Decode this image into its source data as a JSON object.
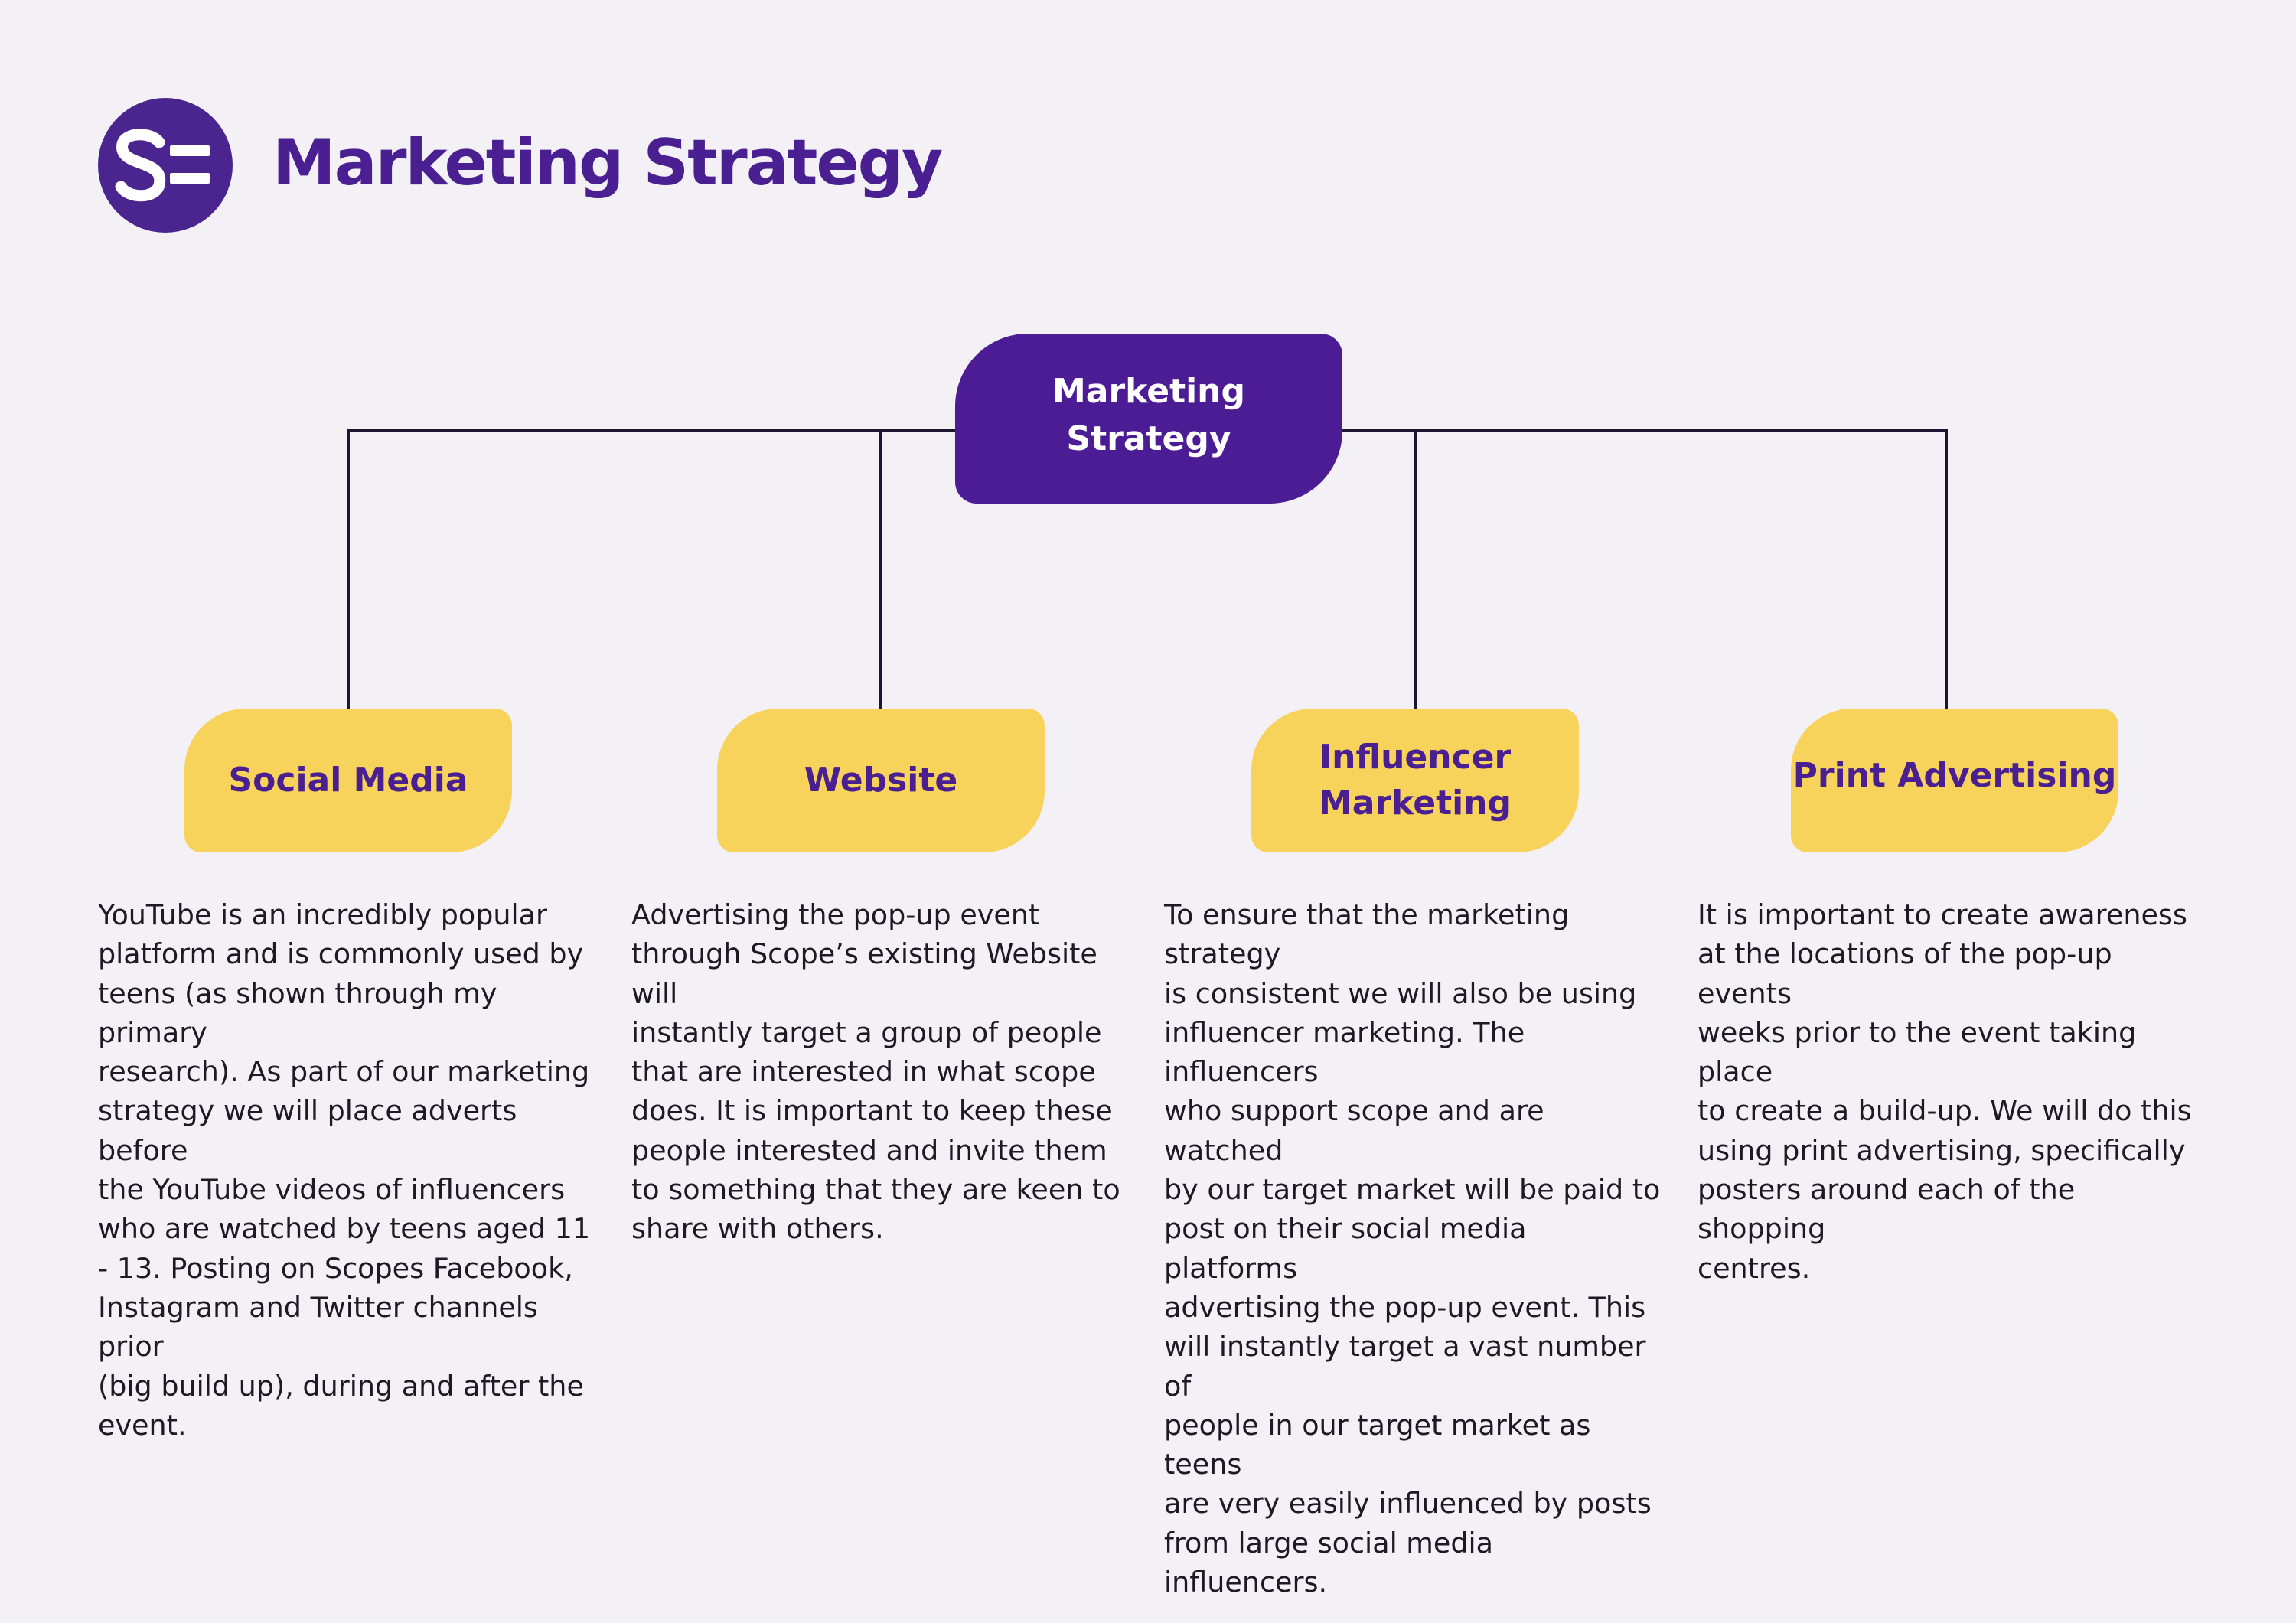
{
  "header": {
    "logo_text": "S=",
    "title": "Marketing Strategy"
  },
  "colors": {
    "background": "#f3f1f6",
    "brand_purple": "#4c1c95",
    "node_yellow": "#f7d35c",
    "connector": "#1e1530",
    "body_text": "#1e1a24"
  },
  "diagram": {
    "root": {
      "label": "Marketing\nStrategy"
    },
    "branches": [
      {
        "label": "Social Media",
        "description": "YouTube is an incredibly popular\nplatform and is commonly used by\nteens (as shown through my primary\nresearch). As part of our marketing\nstrategy we will place adverts before\nthe YouTube videos of influencers\nwho are watched by teens aged 11\n- 13. Posting on Scopes Facebook,\nInstagram and Twitter channels prior\n(big build up), during and after the\nevent."
      },
      {
        "label": "Website",
        "description": "Advertising the pop-up event\nthrough Scope’s existing Website will\ninstantly target a group of people\nthat are interested in what scope\ndoes. It is important to keep these\npeople interested and invite them\nto something that they are keen to\nshare with others."
      },
      {
        "label": "Influencer\nMarketing",
        "description": "To ensure that the marketing strategy\nis consistent we will also be using\ninfluencer marketing. The influencers\nwho support scope and are watched\nby our target market will be paid to\npost on their social media platforms\nadvertising the pop-up event. This\nwill instantly target a vast number of\npeople in our target market as teens\nare very easily influenced by posts\nfrom large social media influencers."
      },
      {
        "label": "Print Advertising",
        "description": "It is important to create awareness\nat the locations of the pop-up events\nweeks prior to the event taking place\nto create a build-up. We will do this\nusing print advertising, specifically\nposters around each of the shopping\ncentres."
      }
    ]
  }
}
